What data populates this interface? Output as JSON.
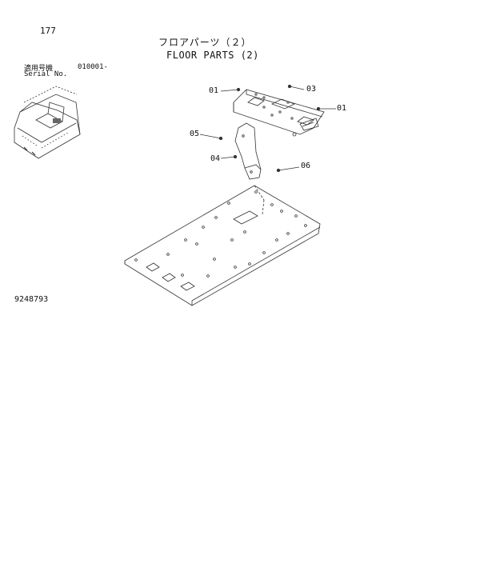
{
  "header": {
    "page_number": "177",
    "title_jp": "フロアパーツ（２）",
    "title_en": "FLOOR PARTS (2)"
  },
  "applicability": {
    "serial_label_jp": "適用号機",
    "serial_range": "010001-",
    "serial_label_en": "Serial No."
  },
  "callouts": [
    "01",
    "03",
    "01",
    "05",
    "04",
    "06"
  ],
  "footer": {
    "drawing_number": "9248793"
  }
}
